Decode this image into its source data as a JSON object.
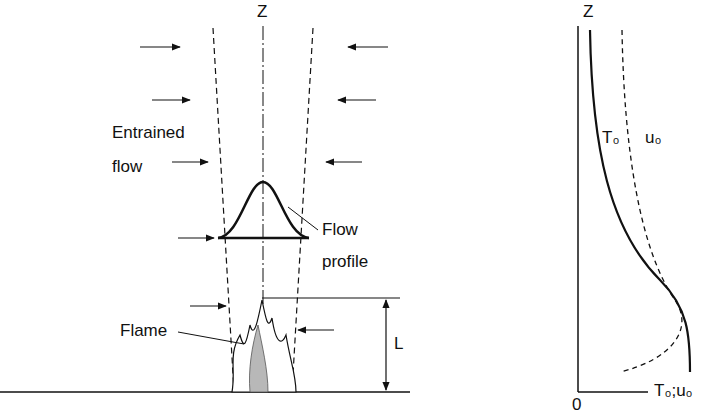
{
  "diagram": {
    "labels": [
      "Z",
      "Entrained flow",
      "Flow profile",
      "Flame",
      "L",
      "Z",
      "T₀",
      "u₀",
      "0",
      "T₀;u₀"
    ]
  }
}
